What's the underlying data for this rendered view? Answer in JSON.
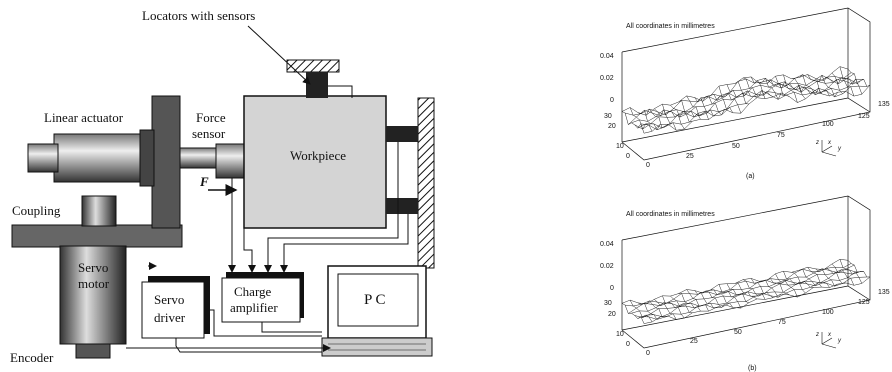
{
  "diagram": {
    "labels": {
      "locators": "Locators with sensors",
      "linear_actuator": "Linear actuator",
      "force_sensor_1": "Force",
      "force_sensor_2": "sensor",
      "workpiece": "Workpiece",
      "coupling": "Coupling",
      "force_symbol": "F",
      "servo_motor_1": "Servo",
      "servo_motor_2": "motor",
      "servo_driver_1": "Servo",
      "servo_driver_2": "driver",
      "charge_amp_1": "Charge",
      "charge_amp_2": "amplifier",
      "pc": "P C",
      "encoder": "Encoder"
    }
  },
  "plots": [
    {
      "caption": "All coordinates in millimetres",
      "z_ticks": [
        "0.04",
        "0.02",
        "0"
      ],
      "y_ticks": [
        "30",
        "20",
        "10",
        "0"
      ],
      "x_ticks": [
        "0",
        "25",
        "50",
        "75",
        "100",
        "125",
        "135"
      ],
      "axis_glyphs": {
        "z": "z",
        "x": "x",
        "y": "y"
      },
      "sublabel": "(a)"
    },
    {
      "caption": "All coordinates in millimetres",
      "z_ticks": [
        "0.04",
        "0.02",
        "0"
      ],
      "y_ticks": [
        "30",
        "20",
        "10",
        "0"
      ],
      "x_ticks": [
        "0",
        "25",
        "50",
        "75",
        "100",
        "125",
        "135"
      ],
      "axis_glyphs": {
        "z": "z",
        "x": "x",
        "y": "y"
      },
      "sublabel": "(b)"
    }
  ]
}
